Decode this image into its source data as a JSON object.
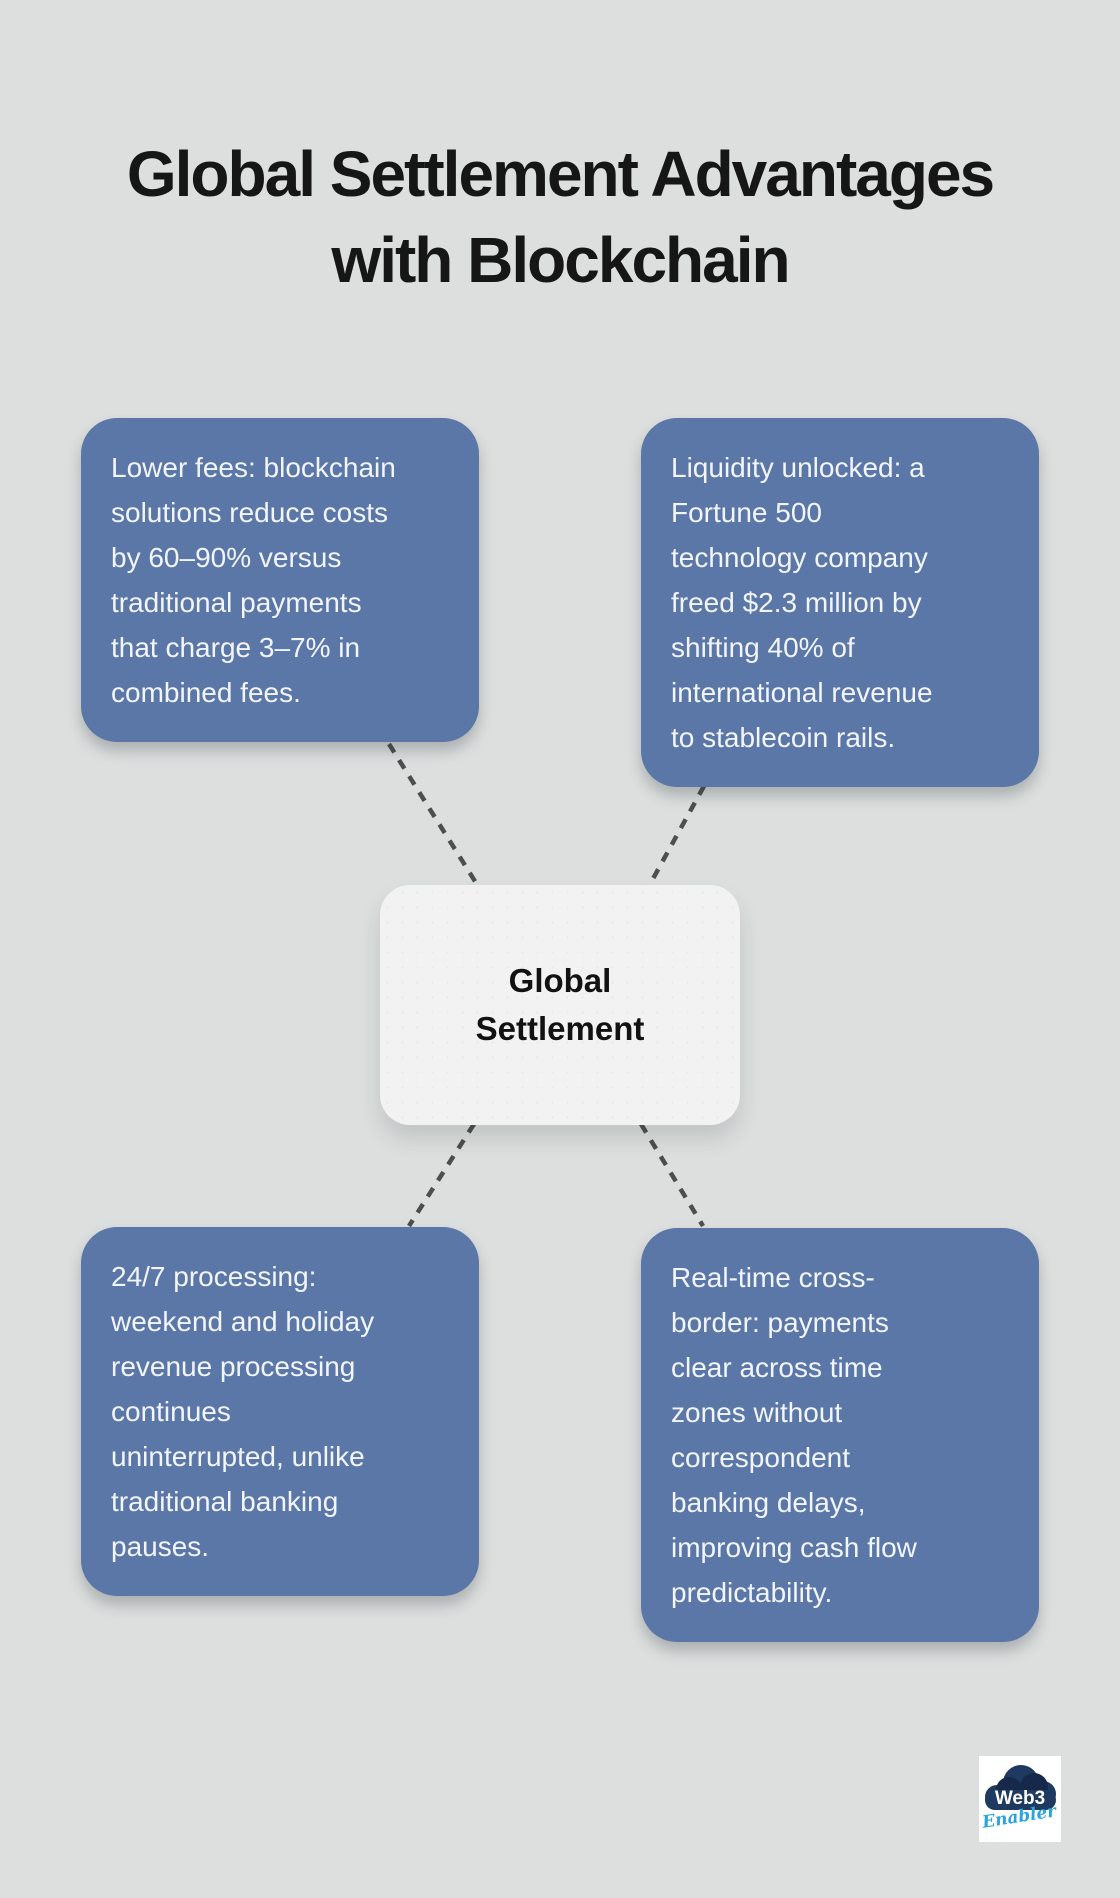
{
  "title": {
    "text": "Global Settlement Advantages\nwith Blockchain"
  },
  "center_node": {
    "label": "Global\nSettlement"
  },
  "cards": {
    "top_left": {
      "text": "Lower fees: blockchain\nsolutions reduce costs\nby 60–90% versus\ntraditional payments\nthat charge 3–7% in\ncombined fees."
    },
    "top_right": {
      "text": "Liquidity unlocked: a\nFortune 500\ntechnology company\nfreed $2.3 million by\nshifting 40% of\ninternational revenue\nto stablecoin rails."
    },
    "bottom_left": {
      "text": "24/7 processing:\nweekend and holiday\nrevenue processing\ncontinues\nuninterrupted, unlike\ntraditional banking\npauses."
    },
    "bottom_right": {
      "text": "Real-time cross-\nborder: payments\nclear across time\nzones without\ncorrespondent\nbanking delays,\nimproving cash flow\npredictability."
    }
  },
  "logo": {
    "line1": "Web3",
    "line2": "Enabler"
  },
  "colors": {
    "background": "#dcdfde",
    "card_bg": "#5b77a8",
    "card_text": "#f2f5f9",
    "center_node_bg": "#f1f2f1",
    "title_text": "#161616",
    "connector": "#4b4f4d",
    "logo_cloud_navy": "#1f3a60",
    "logo_accent_blue": "#2ba3dc"
  }
}
